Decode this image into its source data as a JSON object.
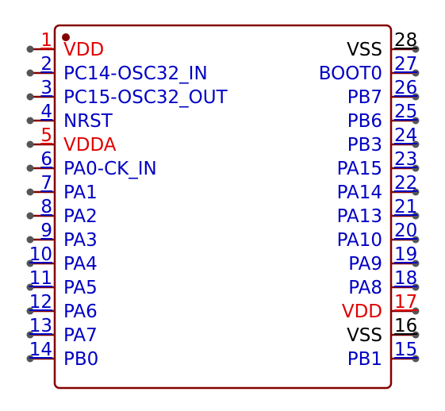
{
  "colors": {
    "outline": "#840000",
    "pin_line": "#840000",
    "pin_end": "#555555",
    "signal": "#0000c4",
    "power": "#e00000",
    "ground": "#000000"
  },
  "left_pins": [
    {
      "num": "1",
      "name": "VDD",
      "kind": "power"
    },
    {
      "num": "2",
      "name": "PC14-OSC32_IN",
      "kind": "signal"
    },
    {
      "num": "3",
      "name": "PC15-OSC32_OUT",
      "kind": "signal"
    },
    {
      "num": "4",
      "name": "NRST",
      "kind": "signal"
    },
    {
      "num": "5",
      "name": "VDDA",
      "kind": "power"
    },
    {
      "num": "6",
      "name": "PA0-CK_IN",
      "kind": "signal"
    },
    {
      "num": "7",
      "name": "PA1",
      "kind": "signal"
    },
    {
      "num": "8",
      "name": "PA2",
      "kind": "signal"
    },
    {
      "num": "9",
      "name": "PA3",
      "kind": "signal"
    },
    {
      "num": "10",
      "name": "PA4",
      "kind": "signal"
    },
    {
      "num": "11",
      "name": "PA5",
      "kind": "signal"
    },
    {
      "num": "12",
      "name": "PA6",
      "kind": "signal"
    },
    {
      "num": "13",
      "name": "PA7",
      "kind": "signal"
    },
    {
      "num": "14",
      "name": "PB0",
      "kind": "signal"
    }
  ],
  "right_pins": [
    {
      "num": "28",
      "name": "VSS",
      "kind": "ground"
    },
    {
      "num": "27",
      "name": "BOOT0",
      "kind": "signal"
    },
    {
      "num": "26",
      "name": "PB7",
      "kind": "signal"
    },
    {
      "num": "25",
      "name": "PB6",
      "kind": "signal"
    },
    {
      "num": "24",
      "name": "PB3",
      "kind": "signal"
    },
    {
      "num": "23",
      "name": "PA15",
      "kind": "signal"
    },
    {
      "num": "22",
      "name": "PA14",
      "kind": "signal"
    },
    {
      "num": "21",
      "name": "PA13",
      "kind": "signal"
    },
    {
      "num": "20",
      "name": "PA10",
      "kind": "signal"
    },
    {
      "num": "19",
      "name": "PA9",
      "kind": "signal"
    },
    {
      "num": "18",
      "name": "PA8",
      "kind": "signal"
    },
    {
      "num": "17",
      "name": "VDD",
      "kind": "power"
    },
    {
      "num": "16",
      "name": "VSS",
      "kind": "ground"
    },
    {
      "num": "15",
      "name": "PB1",
      "kind": "signal"
    }
  ]
}
